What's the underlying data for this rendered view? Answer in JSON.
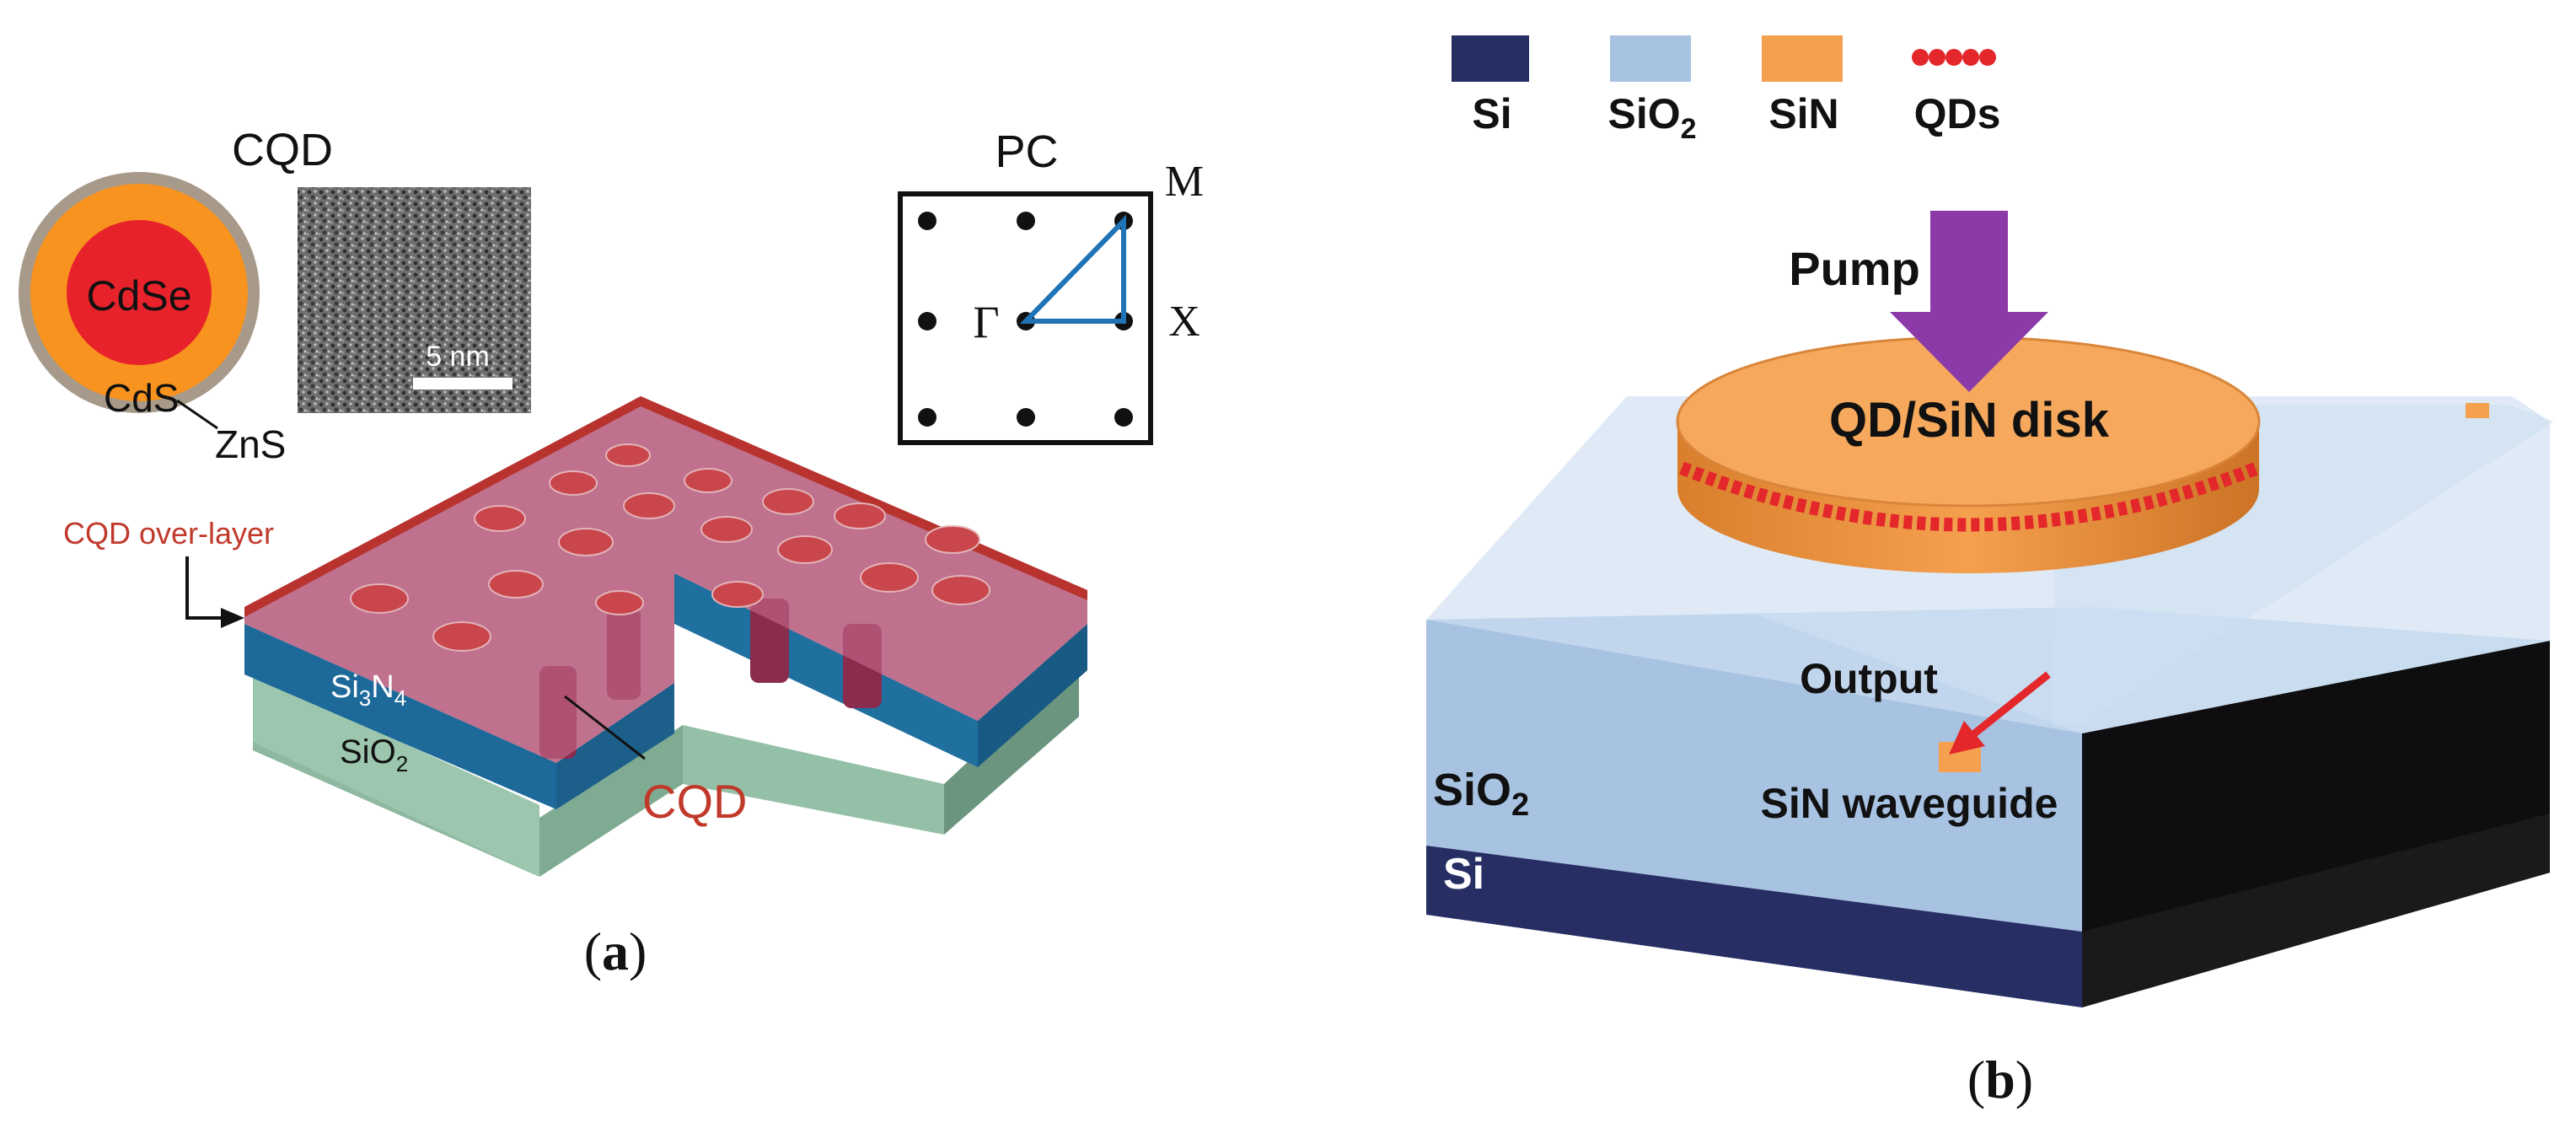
{
  "panel_a": {
    "cqd_title": "CQD",
    "core_label": "CdSe",
    "shell_label": "CdS",
    "outer_shell_label": "ZnS",
    "scale_bar_label": "5 nm",
    "pc_title": "PC",
    "point_m": "M",
    "point_x": "X",
    "point_gamma": "Γ",
    "overlayer_label": "CQD over-layer",
    "sin_layer_main": "Si",
    "sin_layer_sub1": "3",
    "sin_layer_mid": "N",
    "sin_layer_sub2": "4",
    "sio2_main": "SiO",
    "sio2_sub": "2",
    "cqd_callout": "CQD",
    "caption_open": "(",
    "caption_letter": "a",
    "caption_close": ")"
  },
  "panel_b": {
    "legend": [
      {
        "label_main": "Si",
        "label_sub": "",
        "color": "#262e64",
        "kind": "swatch"
      },
      {
        "label_main": "SiO",
        "label_sub": "2",
        "color": "#a8c2e2",
        "kind": "swatch"
      },
      {
        "label_main": "SiN",
        "label_sub": "",
        "color": "#f4a04e",
        "kind": "swatch"
      },
      {
        "label_main": "QDs",
        "label_sub": "",
        "color": "#e3272a",
        "kind": "dots"
      }
    ],
    "pump_label": "Pump",
    "disk_label": "QD/SiN disk",
    "output_label": "Output",
    "waveguide_label": "SiN waveguide",
    "sio2_main": "SiO",
    "sio2_sub": "2",
    "si_label": "Si",
    "caption_open": "(",
    "caption_letter": "b",
    "caption_close": ")"
  },
  "colors": {
    "qd_orange": "#f7931e",
    "cdse_red": "#e8222a",
    "zns_gray": "#a89a8a",
    "overlayer_red": "#b8332e",
    "si3n4_blue": "#1d6a9a",
    "sio2_green": "#8fb8a0",
    "pc_line_blue": "#1f73b7",
    "pump_purple": "#8b3aa8",
    "disk_orange": "#f4a04e",
    "substrate_si": "#262e64",
    "substrate_sio2": "#a8c2e2"
  }
}
